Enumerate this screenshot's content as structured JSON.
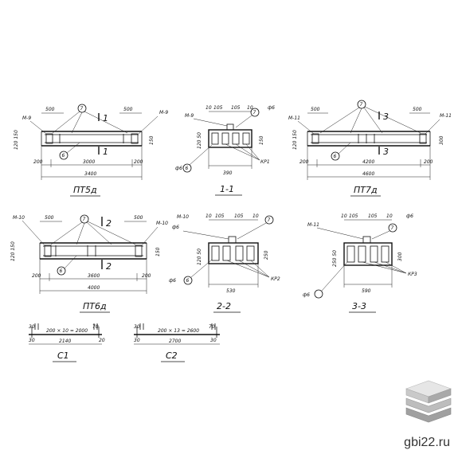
{
  "drawing": {
    "pt5": {
      "title": "ПТ5д",
      "mark_left": "М-9",
      "mark_right": "М-9",
      "callout7": "7",
      "callout6": "6",
      "cut_label": "1",
      "dim_top_left": "500",
      "dim_top_right": "500",
      "dim_bot_left": "200",
      "dim_inner": "3000",
      "dim_bot_right": "200",
      "dim_overall": "3400",
      "h_left": "120  150",
      "h_right": "150"
    },
    "sec11": {
      "title": "1-1",
      "mark": "М-9",
      "dims_top": [
        "10",
        "105",
        "105",
        "10"
      ],
      "phi_top": "ф6",
      "callout7": "7",
      "callout6": "6",
      "phi_left": "ф6",
      "bar": "КР1",
      "h_left": "120  50",
      "h_right": "150",
      "width": "390"
    },
    "pt7": {
      "title": "ПТ7д",
      "mark_left": "М-11",
      "mark_right": "М-11",
      "callout7": "7",
      "callout6": "6",
      "cut_label": "3",
      "dim_top_left": "500",
      "dim_top_right": "500",
      "dim_bot_left": "200",
      "dim_inner": "4200",
      "dim_bot_right": "200",
      "dim_overall": "4600",
      "h_left": "120  150",
      "h_right": "300"
    },
    "pt6": {
      "title": "ПТ6д",
      "mark_left": "М-10",
      "mark_right": "М-10",
      "callout7": "7",
      "callout6": "6",
      "cut_label": "2",
      "dim_top_left": "500",
      "dim_top_right": "500",
      "dim_bot_left": "200",
      "dim_inner": "3600",
      "dim_bot_right": "200",
      "dim_overall": "4000",
      "h_left": "120  150",
      "h_right": "150"
    },
    "sec22": {
      "title": "2-2",
      "mark": "М-10",
      "dims_top": [
        "10",
        "105",
        "105",
        "10"
      ],
      "phi_top": "ф6",
      "callout7": "7",
      "callout6": "6",
      "phi_left": "ф6",
      "bar": "КР2",
      "h_left": "120  50",
      "h_right": "250",
      "width": "530"
    },
    "sec33": {
      "title": "3-3",
      "mark": "М-11",
      "dims_top": [
        "10",
        "105",
        "105",
        "10"
      ],
      "phi_top": "ф6",
      "callout7": "7",
      "phi_left": "ф6",
      "bar": "КР3",
      "h_left": "250  50",
      "h_right": "300",
      "width": "590"
    },
    "c1": {
      "title": "С1",
      "dims": [
        "30",
        "200 × 10 = 2000",
        "20"
      ],
      "total": "2140",
      "small": [
        "30",
        "70"
      ]
    },
    "c2": {
      "title": "С2",
      "dims": [
        "30",
        "200 × 13 = 2600",
        "30"
      ],
      "total": "2700",
      "small": [
        "30",
        "70"
      ]
    }
  },
  "watermark": {
    "text": "gbi22.ru",
    "icon": "stacked-slabs-icon"
  }
}
